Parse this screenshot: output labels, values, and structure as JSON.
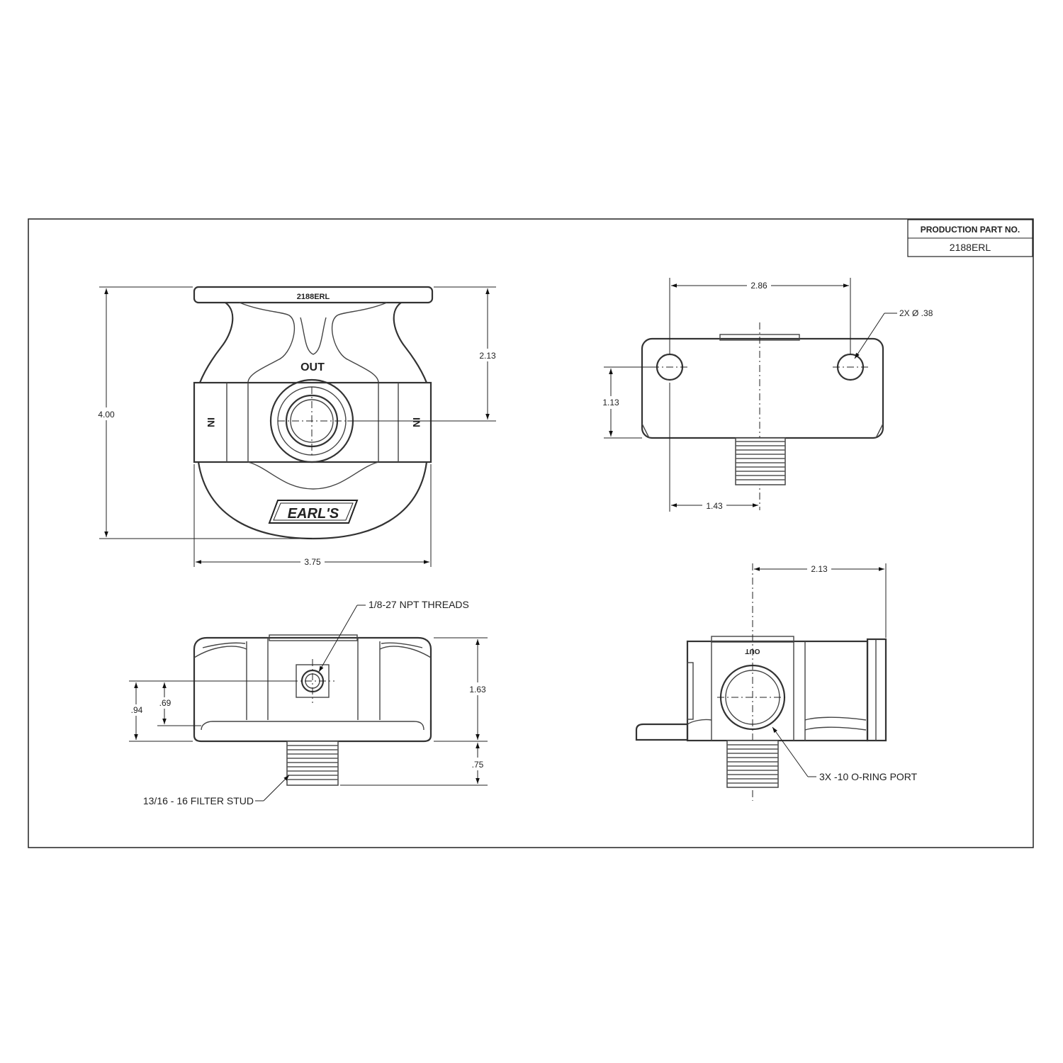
{
  "title_block": {
    "header": "PRODUCTION PART NO.",
    "part_number": "2188ERL"
  },
  "front_view": {
    "part_marking": "2188ERL",
    "out_label": "OUT",
    "in_label_left": "IN",
    "in_label_right": "IN",
    "brand_logo": "EARL'S",
    "dim_height": "4.00",
    "dim_width": "3.75",
    "dim_port_height": "2.13"
  },
  "top_view": {
    "dim_hole_spacing": "2.86",
    "dim_hole_callout": "2X Ø .38",
    "dim_hole_height": "1.13",
    "dim_stud_offset": "1.43"
  },
  "bottom_left_view": {
    "callout_npt": "1/8-27 NPT THREADS",
    "callout_stud": "13/16 - 16 FILTER STUD",
    "dim_total_height": "1.63",
    "dim_stud_length": ".75",
    "dim_94": ".94",
    "dim_69": ".69"
  },
  "bottom_right_view": {
    "dim_width": "2.13",
    "callout_port": "3X -10 O-RING PORT",
    "out_label": "OUT"
  }
}
